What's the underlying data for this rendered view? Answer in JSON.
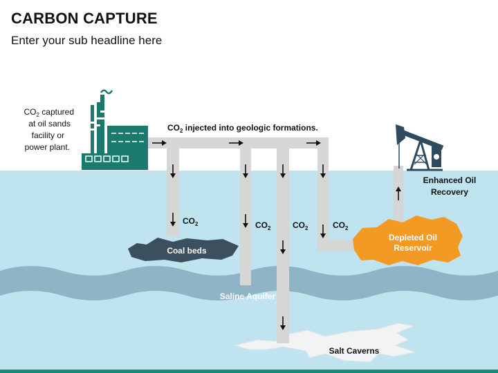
{
  "title": "CARBON CAPTURE",
  "subtitle": "Enter your sub headline here",
  "labels": {
    "captured": {
      "lead": "CO",
      "sub": "2",
      "tail": " captured",
      "lines": [
        "at oil sands",
        "facility or",
        "power plant."
      ]
    },
    "injected": {
      "lead": "CO",
      "sub": "2",
      "tail": " injected into geologic formations."
    },
    "co2": {
      "lead": "CO",
      "sub": "2"
    },
    "coal_beds": "Coal beds",
    "saline_aquifer": "Saline Aquifer",
    "salt_caverns": "Salt Caverns",
    "depleted_reservoir": [
      "Depleted Oil",
      "Reservoir"
    ],
    "enhanced_recovery": [
      "Enhanced Oil",
      "Recovery"
    ]
  },
  "colors": {
    "water": "#bfe3ef",
    "aquifer": "#8fb4c6",
    "factory": "#1a7a6e",
    "pipe": "#d6d6d6",
    "coal": "#3c4f5e",
    "oil": "#f29a23",
    "rig": "#2f4a5c",
    "footer": "#1a8a78"
  }
}
